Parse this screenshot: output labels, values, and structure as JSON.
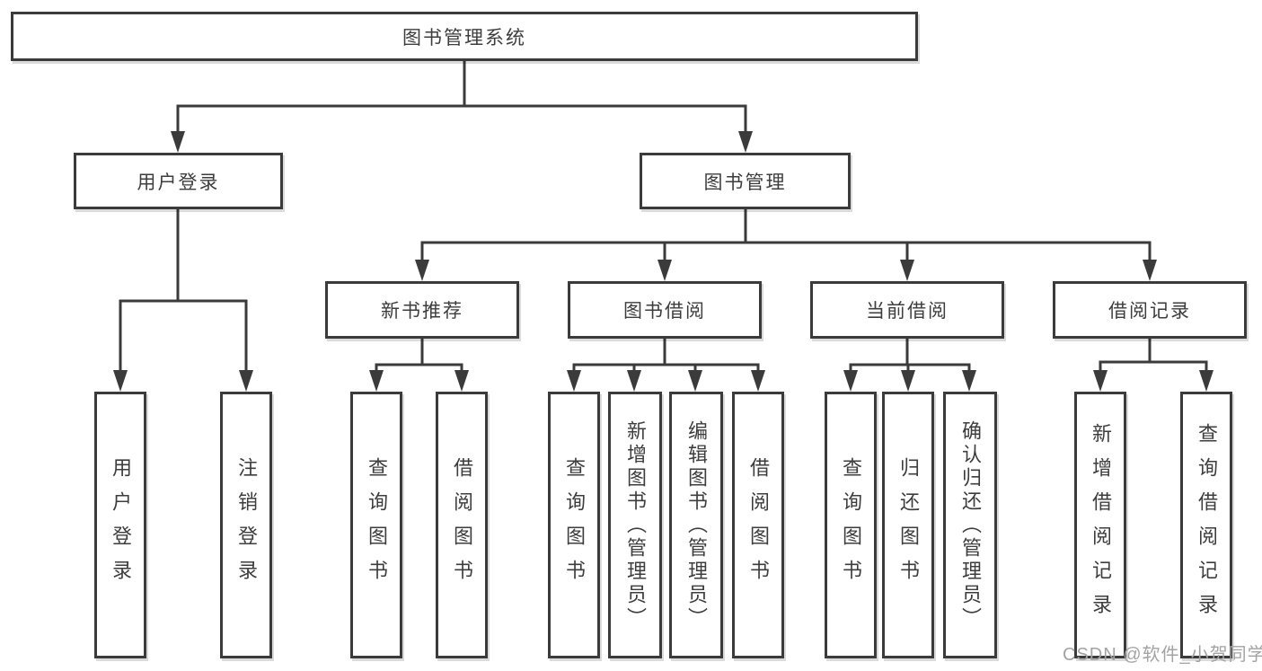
{
  "tree": {
    "label": "图书管理系统",
    "children": [
      {
        "label": "用户登录",
        "children": [
          {
            "label": "用户登录"
          },
          {
            "label": "注销登录"
          }
        ]
      },
      {
        "label": "图书管理",
        "children": [
          {
            "label": "新书推荐",
            "children": [
              {
                "label": "查询图书"
              },
              {
                "label": "借阅图书"
              }
            ]
          },
          {
            "label": "图书借阅",
            "children": [
              {
                "label": "查询图书"
              },
              {
                "label": "新增图书（管理员）"
              },
              {
                "label": "编辑图书（管理员）"
              },
              {
                "label": "借阅图书"
              }
            ]
          },
          {
            "label": "当前借阅",
            "children": [
              {
                "label": "查询图书"
              },
              {
                "label": "归还图书"
              },
              {
                "label": "确认归还（管理员）"
              }
            ]
          },
          {
            "label": "借阅记录",
            "children": [
              {
                "label": "新增借阅记录"
              },
              {
                "label": "查询借阅记录"
              }
            ]
          }
        ]
      }
    ]
  },
  "watermark": {
    "text": "CSDN @软件_小贺同学"
  },
  "colors": {
    "line": "#3b3b3b",
    "text": "#3d3d3d",
    "watermark": "#a3a3a3",
    "background": "#ffffff"
  }
}
